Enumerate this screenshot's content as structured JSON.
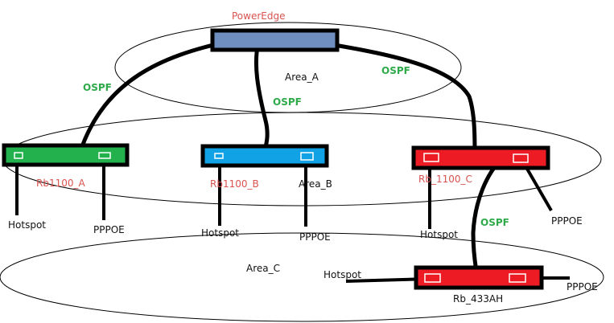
{
  "diagram": {
    "areas": [
      {
        "id": "area_a",
        "label": "Area_A"
      },
      {
        "id": "area_b",
        "label": "Area_B"
      },
      {
        "id": "area_c",
        "label": "Area_C"
      }
    ],
    "devices": [
      {
        "id": "poweredge",
        "label": "PowerEdge",
        "color": "#6e8fc0"
      },
      {
        "id": "rb1100_a",
        "label": "Rb1100_A",
        "color": "#22b14c"
      },
      {
        "id": "rb1100_b",
        "label": "Rb1100_B",
        "color": "#10a2e5"
      },
      {
        "id": "rb1100_c",
        "label": "Rb_1100_C",
        "color": "#ed1c24"
      },
      {
        "id": "rb433ah",
        "label": "Rb_433AH",
        "color": "#ed1c24"
      }
    ],
    "links": [
      {
        "from": "poweredge",
        "to": "rb1100_a",
        "label": "OSPF"
      },
      {
        "from": "poweredge",
        "to": "rb1100_b",
        "label": "OSPF"
      },
      {
        "from": "poweredge",
        "to": "rb1100_c",
        "label": "OSPF"
      },
      {
        "from": "rb1100_c",
        "to": "rb433ah",
        "label": "OSPF"
      }
    ],
    "services": {
      "hotspot": "Hotspot",
      "pppoe": "PPPOE"
    },
    "colors": {
      "device_label": "#d9534f",
      "link_label": "#2eaa4a",
      "line": "#000000"
    }
  }
}
